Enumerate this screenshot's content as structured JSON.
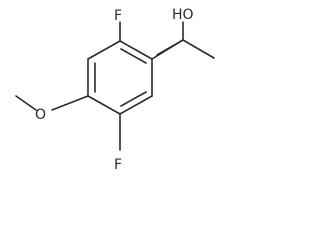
{
  "atoms": {
    "f_top": "F",
    "f_bottom": "F",
    "oh": "HO",
    "o_methoxy": "O"
  },
  "colors": {
    "bond": "#2b2b2b",
    "label": "#2b2b2b",
    "background": "#ffffff"
  }
}
